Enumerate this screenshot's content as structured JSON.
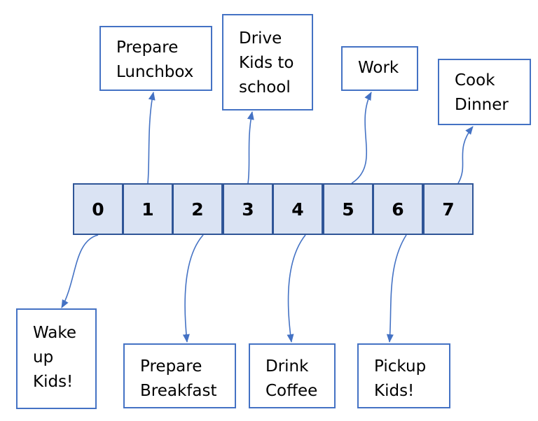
{
  "array": {
    "cells": [
      "0",
      "1",
      "2",
      "3",
      "4",
      "5",
      "6",
      "7"
    ]
  },
  "tasks": {
    "wake_up": "Wake\nup\nKids!",
    "prepare_lunchbox": "Prepare\nLunchbox",
    "prepare_breakfast": "Prepare\nBreakfast",
    "drive_kids": "Drive\nKids to\nschool",
    "drink_coffee": "Drink\nCoffee",
    "work": "Work",
    "pickup_kids": "Pickup\nKids!",
    "cook_dinner": "Cook\nDinner"
  },
  "colors": {
    "cell_fill": "#dae3f3",
    "cell_border": "#2f5597",
    "box_border": "#4472c4",
    "arrow": "#4472c4"
  }
}
